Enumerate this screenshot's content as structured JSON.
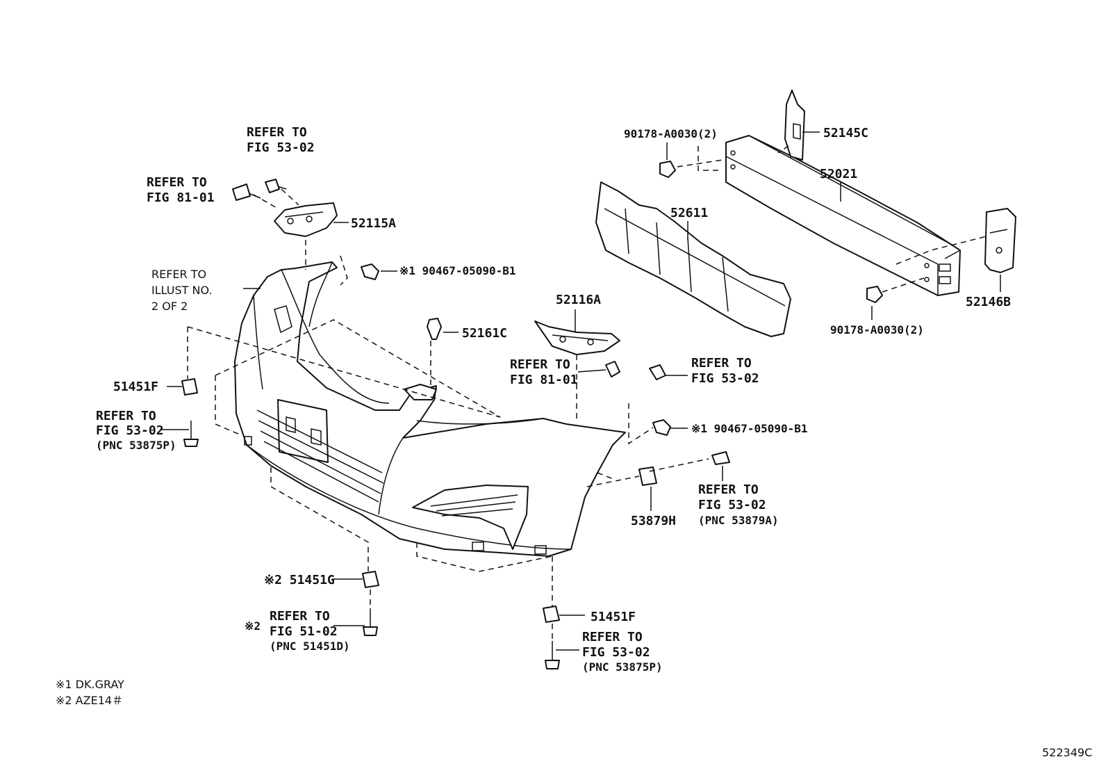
{
  "labels": {
    "refer_fig5302_top": [
      "REFER TO",
      "FIG 53-02"
    ],
    "refer_fig8101_left": [
      "REFER TO",
      "FIG 81-01"
    ],
    "part_52115A": "52115A",
    "refer_illust": [
      "REFER TO",
      "ILLUST NO.",
      "2 OF 2"
    ],
    "note_90467_upper": "※1 90467-05090-B1",
    "part_52161C": "52161C",
    "part_51451F_left": "51451F",
    "refer_fig5302_left": [
      "REFER TO",
      "FIG 53-02",
      "(PNC 53875P)"
    ],
    "part_90178_top": "90178-A0030(2)",
    "part_52145C": "52145C",
    "part_52021": "52021",
    "part_52611": "52611",
    "part_52146B": "52146B",
    "part_90178_bottom": "90178-A0030(2)",
    "part_52116A": "52116A",
    "refer_fig8101_mid": [
      "REFER TO",
      "FIG 81-01"
    ],
    "refer_fig5302_mid": [
      "REFER TO",
      "FIG 53-02"
    ],
    "note_90467_lower": "※1 90467-05090-B1",
    "part_53879H": "53879H",
    "refer_fig5302_53879A": [
      "REFER TO",
      "FIG 53-02",
      "(PNC 53879A)"
    ],
    "part_51451G": "※2 51451G",
    "refer_fig5102": [
      "※2",
      "REFER TO",
      "FIG 51-02",
      "(PNC 51451D)"
    ],
    "part_51451F_bottom": "51451F",
    "refer_fig5302_bottom": [
      "REFER TO",
      "FIG 53-02",
      "(PNC 53875P)"
    ]
  },
  "legend": {
    "note1": "※1 DK.GRAY",
    "note2": "※2 AZE14＃"
  },
  "diagram_id": "522349C"
}
